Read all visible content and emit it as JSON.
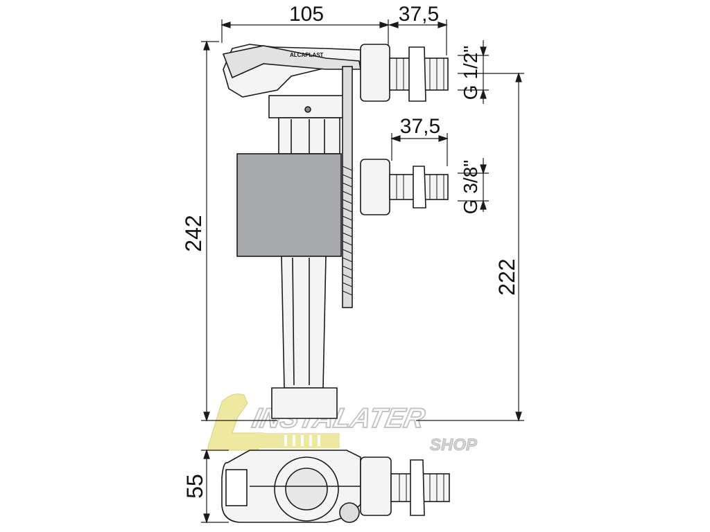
{
  "dimensions": {
    "top_width_left": "105",
    "top_width_right": "37,5",
    "mid_width": "37,5",
    "overall_height": "242",
    "inlet_height": "222",
    "bottom_height": "55"
  },
  "thread_labels": {
    "upper": "G 1/2\"",
    "lower": "G 3/8\""
  },
  "brand_mark": "ALCAPLAST",
  "watermark": {
    "line1": "INSTALATER",
    "line2": "SHOP"
  },
  "colors": {
    "line": "#1a1a1a",
    "float_box": "#a7a9ac",
    "part_fill": "#f4f4f4",
    "watermark_yellow": "#efe8a0",
    "watermark_text": "#c8c8c8"
  }
}
